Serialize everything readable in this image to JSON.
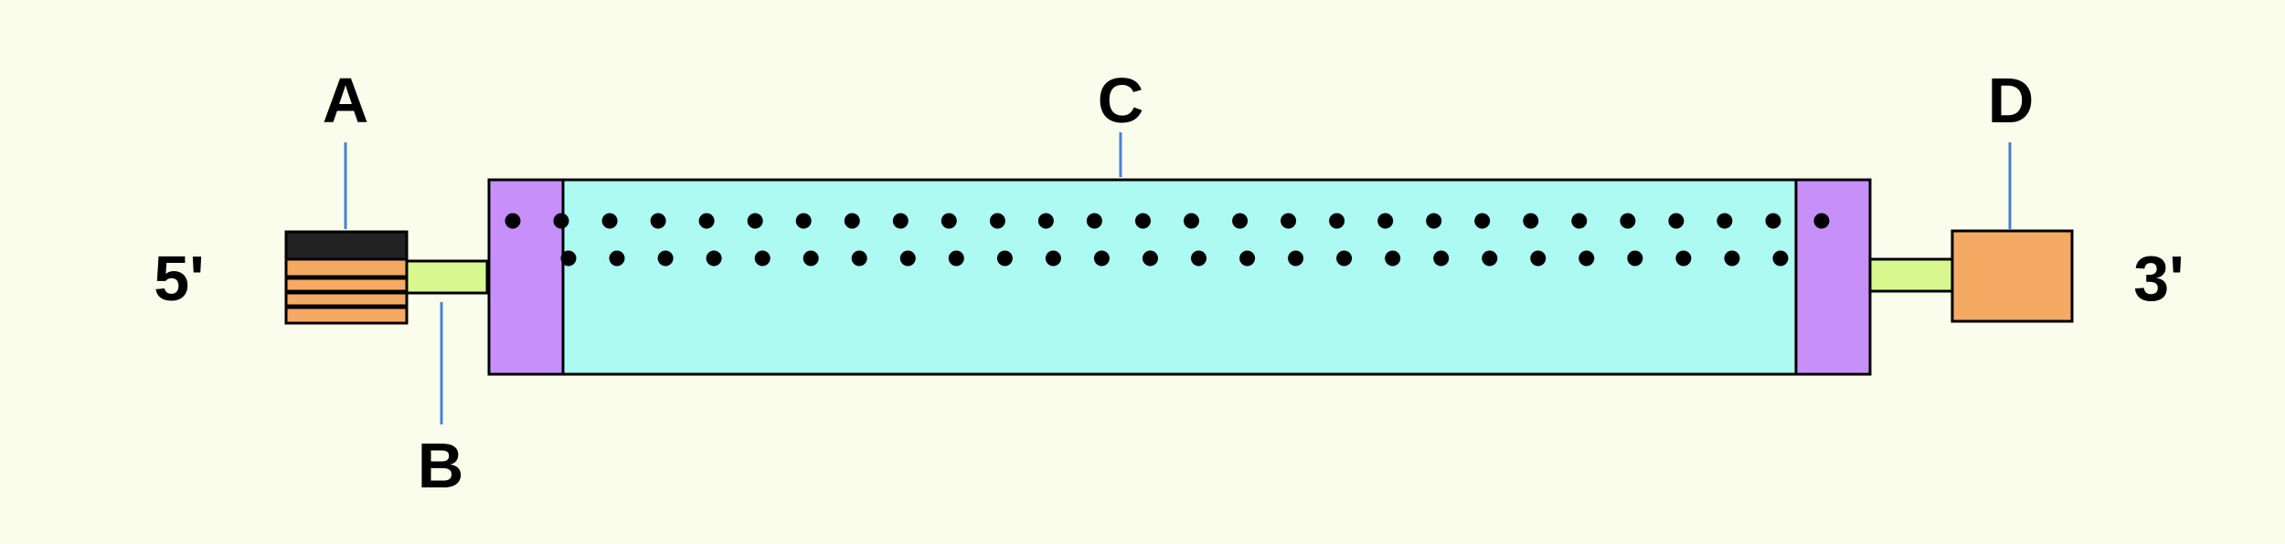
{
  "labels": {
    "a": "A",
    "b": "B",
    "c": "C",
    "d": "D",
    "left_end": "5'",
    "right_end": "3'"
  },
  "colors": {
    "background": "#fafdec",
    "capsule_body": "#adfaf3",
    "end_caps": "#c690f8",
    "linker": "#d9f78f",
    "block_a_cap": "#222222",
    "block_orange": "#f5aa63",
    "leader_lines": "#4a7fd4",
    "outline": "#000000",
    "dots": "#000000"
  },
  "dot_rows": {
    "top_row_count": 28,
    "bottom_row_count": 26
  }
}
